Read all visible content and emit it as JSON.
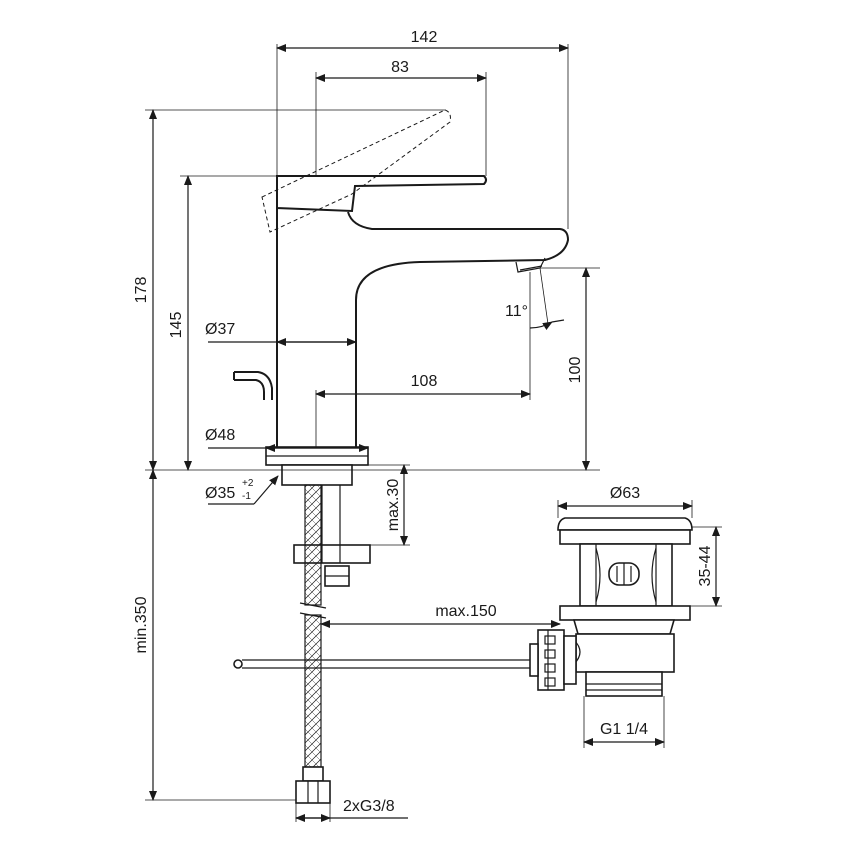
{
  "dimensions": {
    "width_total": "142",
    "width_lever": "83",
    "height_total": "178",
    "height_spout": "145",
    "diameter_body": "Ø37",
    "spout_reach": "108",
    "spout_height": "100",
    "diameter_base": "Ø48",
    "angle": "11°",
    "hole_diameter": "Ø35",
    "hole_tol_plus": "+2",
    "hole_tol_minus": "-1",
    "max_thickness": "max.30",
    "min_height": "min.350",
    "waste_diameter": "Ø63",
    "waste_height": "35-44",
    "max_reach": "max.150",
    "waste_thread": "G1 1/4",
    "hose_thread": "2xG3/8"
  },
  "colors": {
    "line": "#1a1a1a",
    "background": "#ffffff"
  }
}
